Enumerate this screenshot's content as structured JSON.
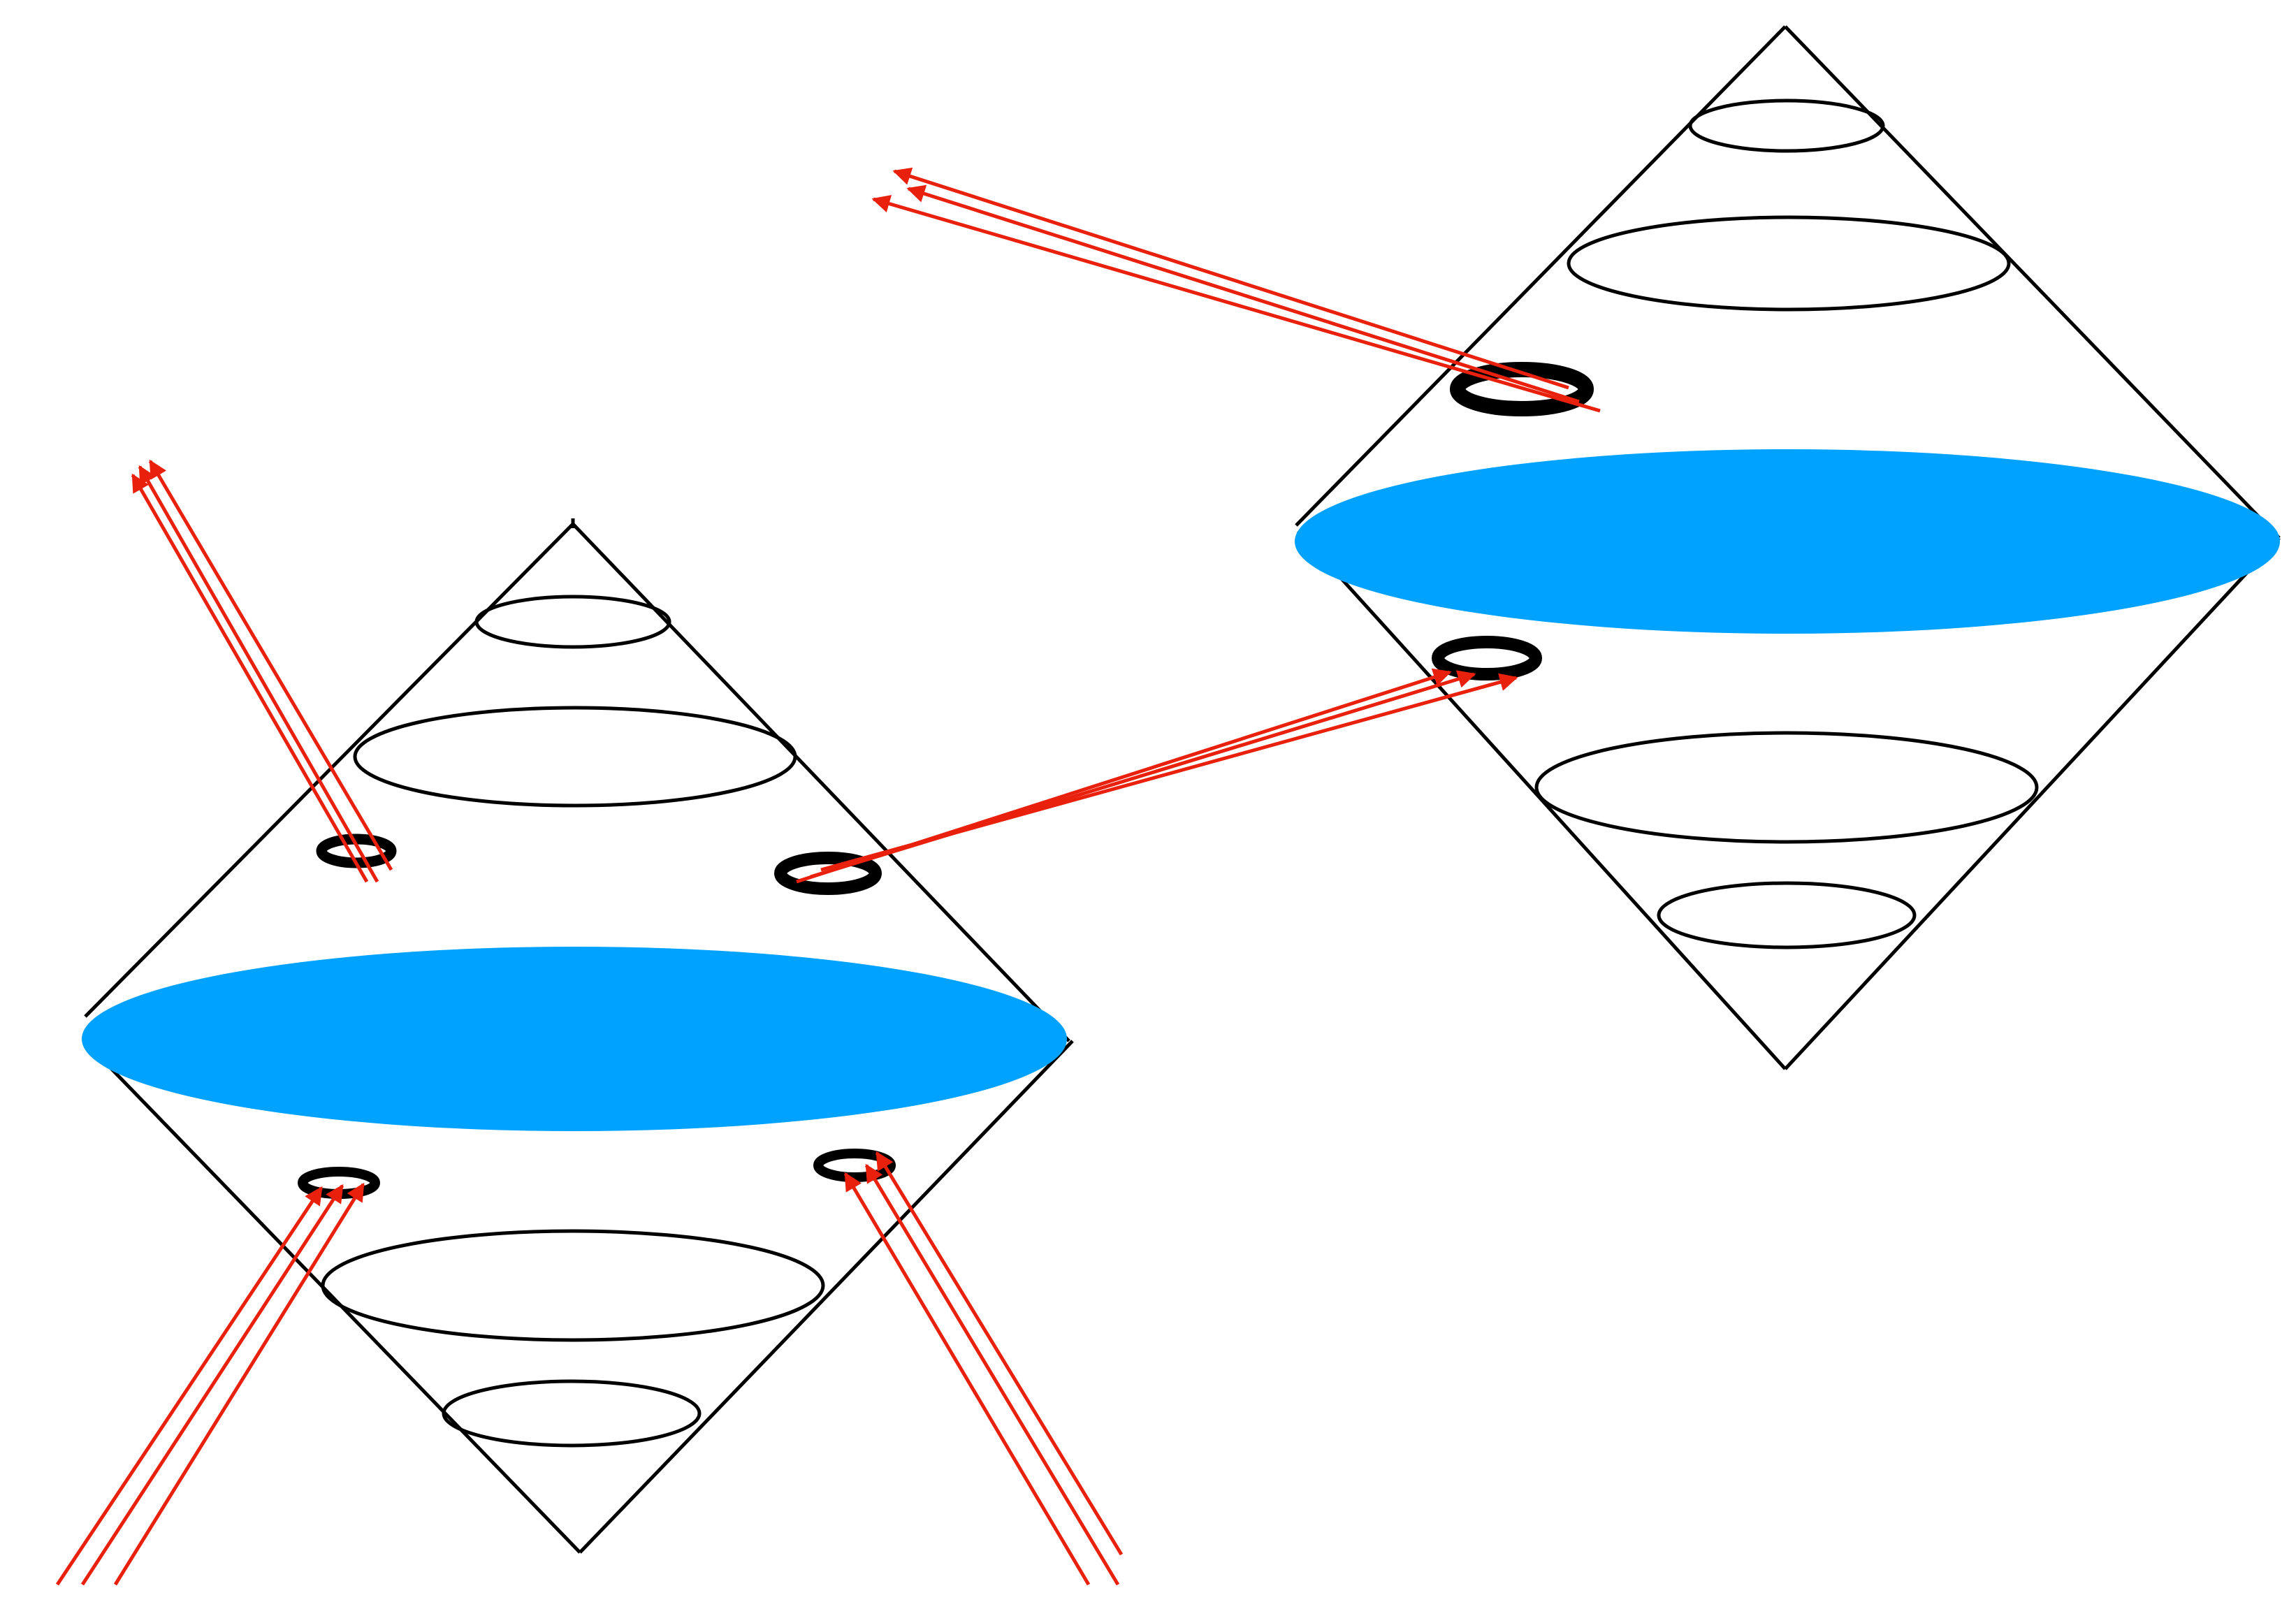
{
  "colors": {
    "background": "#ffffff",
    "outline": "#000000",
    "disk_fill": "#00a2ff",
    "ray": "#e8200c"
  },
  "diagram": {
    "description_visible_text": "",
    "shapes": {
      "cones": [
        "left-double-cone",
        "right-double-cone"
      ],
      "disks": [
        "left-blue-disk",
        "right-blue-disk"
      ],
      "ring_count": 6,
      "ray_bundle_count": 5,
      "rays_per_bundle": 3
    }
  }
}
